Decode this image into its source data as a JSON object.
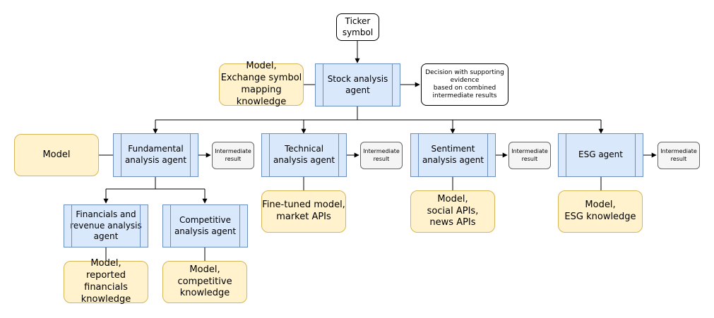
{
  "colors": {
    "agent_fill": "#dae8fc",
    "agent_stroke": "#6c8ebf",
    "resource_fill": "#fff2cc",
    "resource_stroke": "#d6b656",
    "intermediate_fill": "#f5f5f5",
    "intermediate_stroke": "#666666"
  },
  "input": {
    "ticker": "Ticker\nsymbol"
  },
  "top": {
    "agent": "Stock analysis\nagent",
    "resource": "Model,\nExchange symbol\nmapping knowledge",
    "decision": "Decision with supporting\nevidence\nbased on combined\nintermediate results"
  },
  "agents": [
    {
      "label": "Fundamental\nanalysis agent",
      "resource": "Model",
      "intermediate": "Intermediate\nresult"
    },
    {
      "label": "Technical\nanalysis agent",
      "resource": "Fine-tuned model,\nmarket APIs",
      "intermediate": "Intermediate\nresult"
    },
    {
      "label": "Sentiment\nanalysis agent",
      "resource": "Model,\nsocial APIs,\nnews APIs",
      "intermediate": "Intermediate\nresult"
    },
    {
      "label": "ESG agent",
      "resource": "Model,\nESG knowledge",
      "intermediate": "Intermediate\nresult"
    }
  ],
  "sub_agents": [
    {
      "label": "Financials and\nrevenue analysis\nagent",
      "resource": "Model,\nreported financials\nknowledge"
    },
    {
      "label": "Competitive\nanalysis agent",
      "resource": "Model,\ncompetitive\nknowledge"
    }
  ]
}
